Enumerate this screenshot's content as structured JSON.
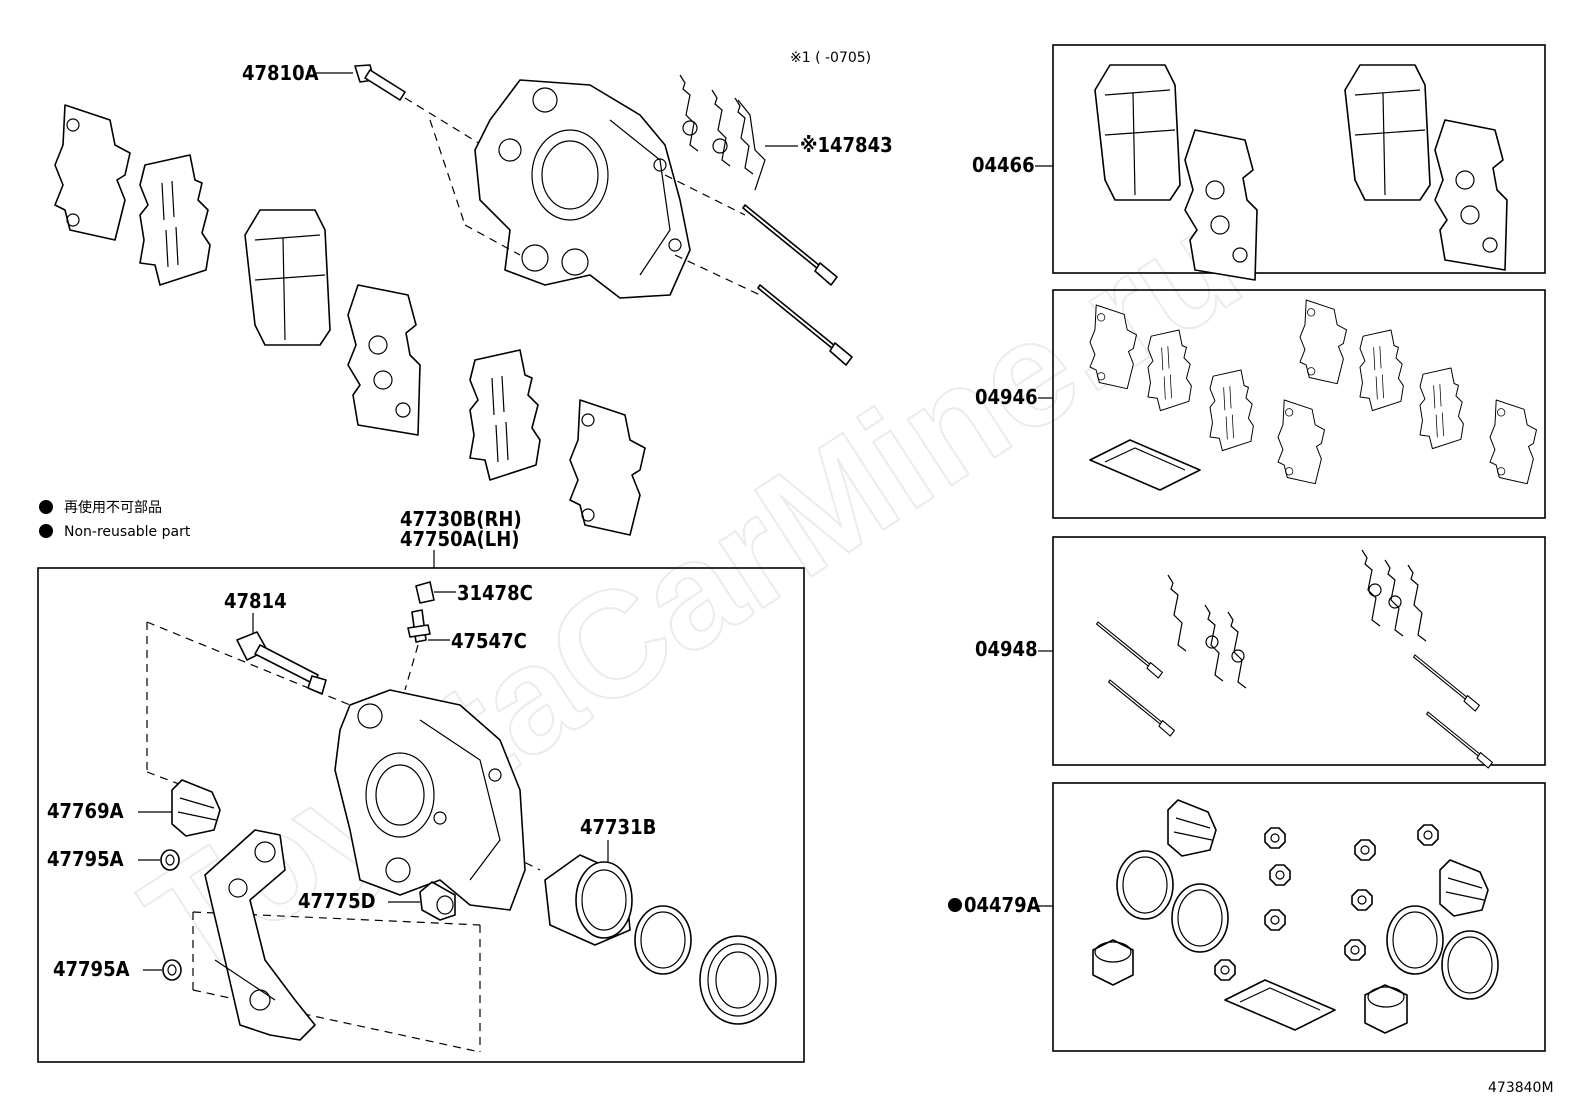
{
  "watermark": "ToyotaCarMine.ru",
  "figure_id": "473840M",
  "note": "※1 (       -0705)",
  "legend": {
    "jp": "再使用不可部品",
    "en": "Non-reusable part"
  },
  "labels": {
    "p47810A": "47810A",
    "p47843": "※147843",
    "p47730B": "47730B(RH)",
    "p47750A": "47750A(LH)",
    "p31478C": "31478C",
    "p47547C": "47547C",
    "p47814": "47814",
    "p47769A": "47769A",
    "p47795A_1": "47795A",
    "p47795A_2": "47795A",
    "p47775D": "47775D",
    "p47731B": "47731B",
    "kit_04466": "04466",
    "kit_04946": "04946",
    "kit_04948": "04948",
    "kit_04479A": "04479A"
  }
}
